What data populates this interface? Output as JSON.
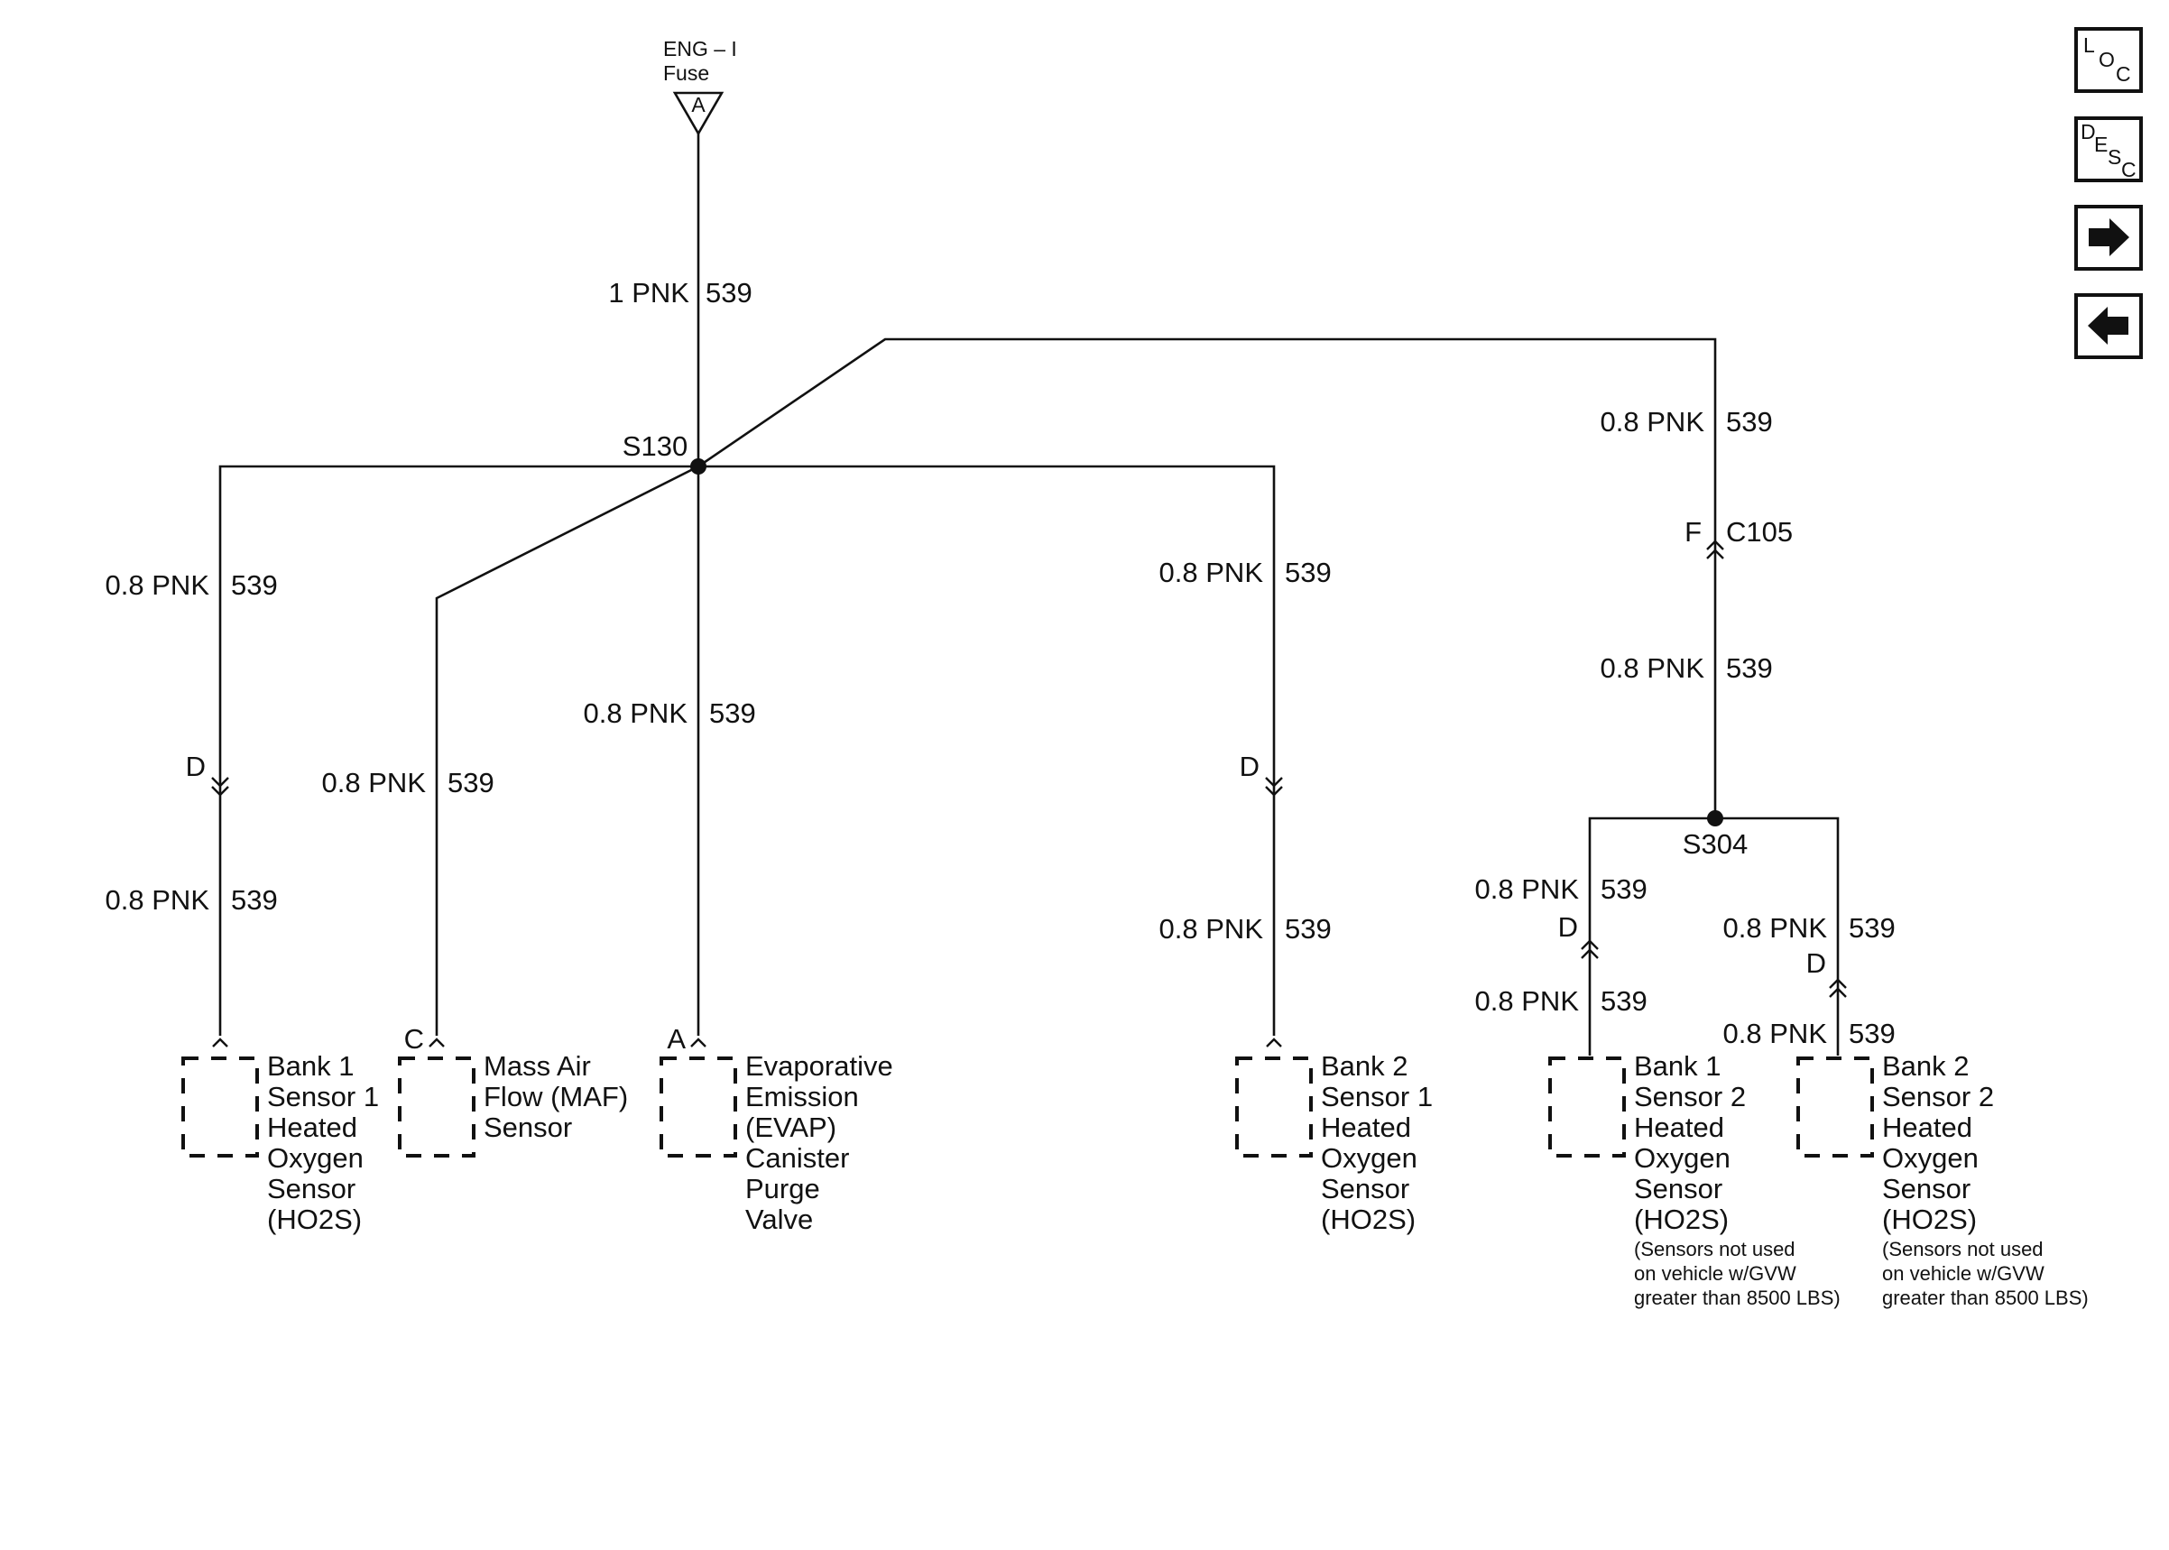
{
  "fuse": {
    "name_line1": "ENG – I",
    "name_line2": "Fuse",
    "terminal": "A"
  },
  "splices": {
    "s130": "S130",
    "s304": "S304"
  },
  "connector_c105": {
    "terminal": "F",
    "name": "C105"
  },
  "wires": {
    "feed": {
      "gauge": "1 PNK",
      "circuit": "539"
    },
    "bank1_s1_upper": {
      "gauge": "0.8 PNK",
      "circuit": "539"
    },
    "bank1_s1_lower": {
      "gauge": "0.8 PNK",
      "circuit": "539"
    },
    "maf": {
      "gauge": "0.8 PNK",
      "circuit": "539"
    },
    "evap": {
      "gauge": "0.8 PNK",
      "circuit": "539"
    },
    "bank2_s1_upper": {
      "gauge": "0.8 PNK",
      "circuit": "539"
    },
    "bank2_s1_lower": {
      "gauge": "0.8 PNK",
      "circuit": "539"
    },
    "right_upper": {
      "gauge": "0.8 PNK",
      "circuit": "539"
    },
    "right_lower": {
      "gauge": "0.8 PNK",
      "circuit": "539"
    },
    "bank1_s2_upper": {
      "gauge": "0.8 PNK",
      "circuit": "539"
    },
    "bank1_s2_lower": {
      "gauge": "0.8 PNK",
      "circuit": "539"
    },
    "bank2_s2_upper": {
      "gauge": "0.8 PNK",
      "circuit": "539"
    },
    "bank2_s2_lower": {
      "gauge": "0.8 PNK",
      "circuit": "539"
    }
  },
  "pins": {
    "bank1_s1_inline": "D",
    "bank2_s1_inline": "D",
    "bank1_s2_inline": "D",
    "bank2_s2_inline": "D",
    "maf": "C",
    "evap": "A"
  },
  "components": {
    "bank1_s1": [
      "Bank 1",
      "Sensor 1",
      "Heated",
      "Oxygen",
      "Sensor",
      "(HO2S)"
    ],
    "maf": [
      "Mass Air",
      "Flow (MAF)",
      "Sensor"
    ],
    "evap": [
      "Evaporative",
      "Emission",
      "(EVAP)",
      "Canister",
      "Purge",
      "Valve"
    ],
    "bank2_s1": [
      "Bank 2",
      "Sensor 1",
      "Heated",
      "Oxygen",
      "Sensor",
      "(HO2S)"
    ],
    "bank1_s2": [
      "Bank 1",
      "Sensor 2",
      "Heated",
      "Oxygen",
      "Sensor",
      "(HO2S)"
    ],
    "bank2_s2": [
      "Bank 2",
      "Sensor 2",
      "Heated",
      "Oxygen",
      "Sensor",
      "(HO2S)"
    ]
  },
  "notes": {
    "bank1_s2": [
      "(Sensors not used",
      "on vehicle w/GVW",
      "greater than 8500 LBS)"
    ],
    "bank2_s2": [
      "(Sensors not used",
      "on vehicle w/GVW",
      "greater than 8500 LBS)"
    ]
  },
  "nav": {
    "loc": {
      "l1": "L",
      "l2": "O",
      "l3": "C"
    },
    "desc": {
      "l1": "D",
      "l2": "E",
      "l3": "S",
      "l4": "C"
    },
    "forward_icon": "right-arrow-icon",
    "back_icon": "left-arrow-icon"
  }
}
